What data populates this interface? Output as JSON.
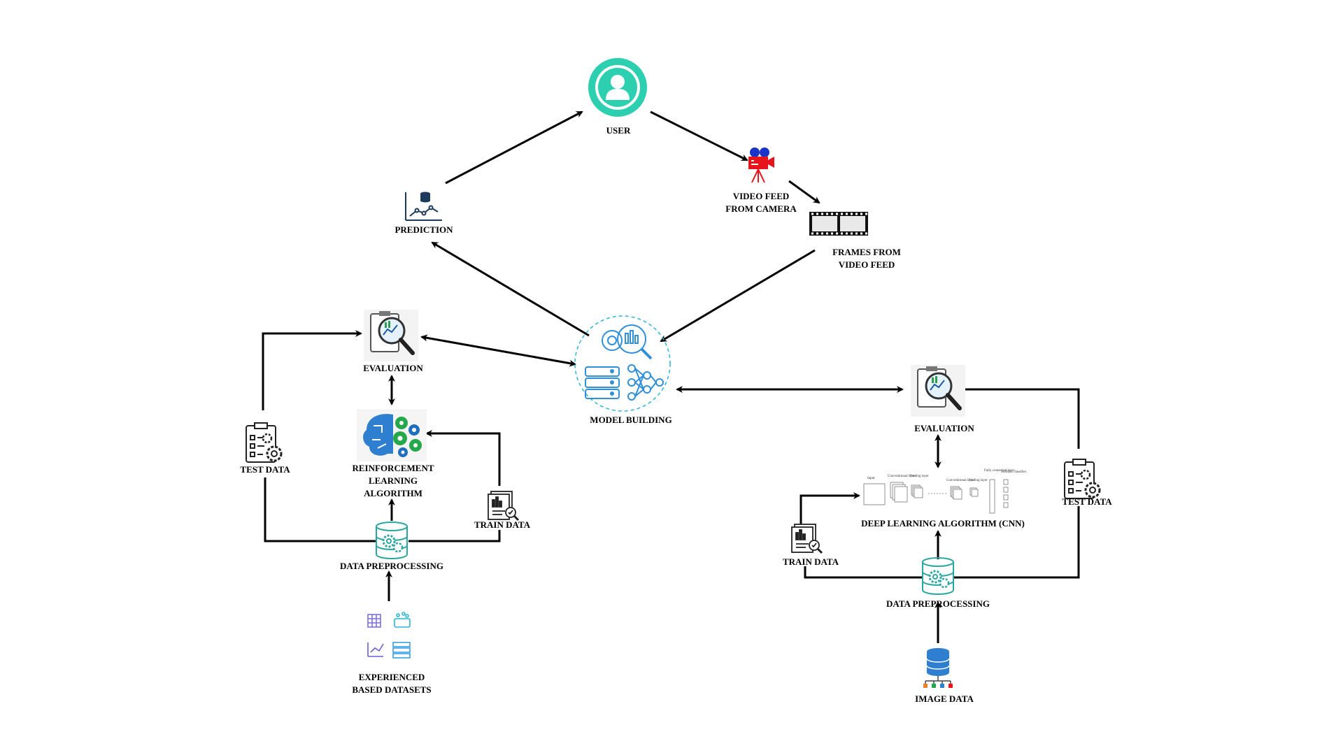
{
  "colors": {
    "user_teal": "#2ccfb0",
    "camera_red": "#e8141b",
    "camera_blue": "#1a33c9",
    "pipeline_blue": "#2f7fd1",
    "gear_green": "#25a84a",
    "cyan_outline": "#29b6d8",
    "db_teal": "#2aa7a0",
    "arrow": "#000000"
  },
  "nodes": {
    "user": {
      "label": "USER",
      "icon": "user-avatar-icon"
    },
    "video_feed": {
      "label_line1": "VIDEO FEED",
      "label_line2": "FROM CAMERA",
      "icon": "video-camera-icon"
    },
    "frames": {
      "label_line1": "FRAMES FROM",
      "label_line2": "VIDEO FEED",
      "icon": "film-strip-icon"
    },
    "prediction": {
      "label": "PREDICTION",
      "icon": "prediction-chart-icon"
    },
    "model_building": {
      "label": "MODEL BUILDING",
      "icon": "model-building-icon"
    },
    "left": {
      "evaluation": {
        "label": "EVALUATION",
        "icon": "evaluation-magnifier-icon"
      },
      "algorithm": {
        "label_line1": "REINFORCEMENT",
        "label_line2": "LEARNING",
        "label_line3": "ALGORITHM",
        "icon": "brain-gears-icon"
      },
      "test_data": {
        "label": "TEST DATA",
        "icon": "clipboard-gear-icon"
      },
      "train_data": {
        "label": "TRAIN DATA",
        "icon": "document-chart-icon"
      },
      "preprocessing": {
        "label": "DATA PREPROCESSING",
        "icon": "database-gear-icon"
      },
      "datasets": {
        "label_line1": "EXPERIENCED",
        "label_line2": "BASED DATASETS",
        "icon": "dataset-grid-icon"
      }
    },
    "right": {
      "evaluation": {
        "label": "EVALUATION",
        "icon": "evaluation-magnifier-icon"
      },
      "algorithm": {
        "label": "DEEP LEARNING ALGORITHM (CNN)",
        "icon": "cnn-architecture-icon"
      },
      "test_data": {
        "label": "TEST DATA",
        "icon": "clipboard-gear-icon"
      },
      "train_data": {
        "label": "TRAIN DATA",
        "icon": "document-chart-icon"
      },
      "preprocessing": {
        "label": "DATA PREPROCESSING",
        "icon": "database-gear-icon"
      },
      "image_data": {
        "label": "IMAGE DATA",
        "icon": "database-network-icon"
      }
    }
  },
  "cnn_diagram": {
    "input": "Input",
    "conv1": "Convolutional layer",
    "pool1": "Pooling layer",
    "conv2": "Convolutional layer",
    "pool2": "Pooling layer",
    "fc": "Fully connected layer",
    "softmax": "Softmax classifier"
  }
}
